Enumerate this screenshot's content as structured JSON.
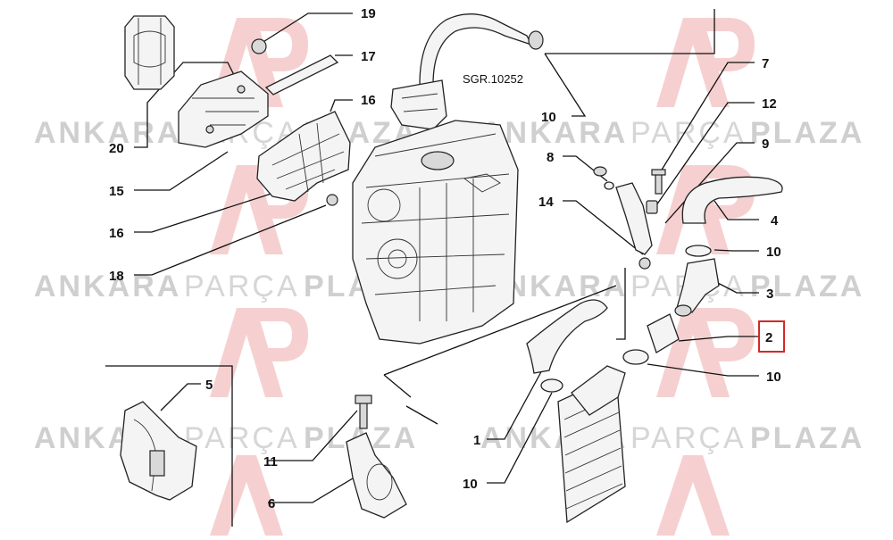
{
  "watermark": {
    "word1": "ANKARA",
    "word2": "PARÇA",
    "word3": "PLAZA",
    "logo_color": "#f6d0d0"
  },
  "callouts": {
    "c19": "19",
    "c17": "17",
    "c16a": "16",
    "c20": "20",
    "c15": "15",
    "c16b": "16",
    "c18": "18",
    "c5": "5",
    "c11": "11",
    "c6": "6",
    "c1": "1",
    "c10a": "10",
    "c10b": "10",
    "c8": "8",
    "c14": "14",
    "c7": "7",
    "c12": "12",
    "c9": "9",
    "c4": "4",
    "c10c": "10",
    "c3": "3",
    "c2": "2",
    "c10d": "10"
  },
  "sgr_ref": "SGR.10252",
  "highlight": {
    "label": "2",
    "color": "#d62828"
  }
}
